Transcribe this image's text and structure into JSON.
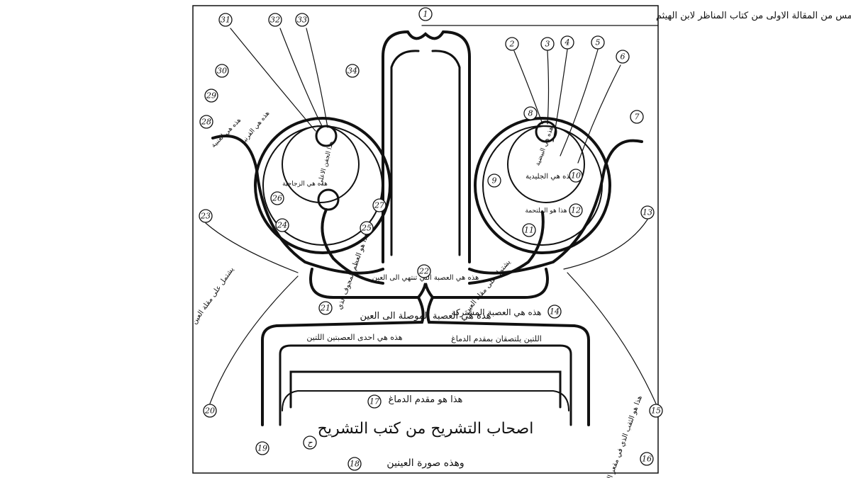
{
  "header": "من الفصل الخامس من المقالة الاولى من كتاب المناظر لابن الهيثم",
  "labels": {
    "brain_front": "هذا هو مقدم الدماغ",
    "source": "اصحاب التشريح من كتب التشريح",
    "caption": "وهذه صورة العينين",
    "common_nerve": "هذه هي العصبة المشتركة",
    "nerve_to_eye": "هذه هي العصبة الموصلة الى العين",
    "ends_at_eye": "هذه هي العصبة التي تنتهي الى العين",
    "one_of_two_left": "هذه هي احدى العصبتين اللتين",
    "one_of_two_right": "اللتين يلتصقان بمقدم الدماغ",
    "crystalline": "هذه هي الجليدية",
    "conjunctiva": "هذا هو الملتحمة",
    "hollow_bone": "هذا هو العظم المجوف الذي",
    "socket_left": "يشتمل على مقلة العين",
    "socket_right": "يشتمل على مقلة العين",
    "hole": "هذا هو الثقب الذي في مقعر العظم",
    "upper_lid": "هذا الجفن الاعلى",
    "cornea": "هذه هي القرنية",
    "uvea": "هذه هي العنبية",
    "aqueous": "هذه هي البيضية",
    "vitreous": "هذه هي الزجاجية",
    "mark_ch": "ح"
  },
  "numbers": [
    "1",
    "2",
    "3",
    "4",
    "5",
    "6",
    "7",
    "8",
    "9",
    "10",
    "11",
    "12",
    "13",
    "14",
    "15",
    "16",
    "17",
    "18",
    "19",
    "20",
    "21",
    "22",
    "23",
    "24",
    "25",
    "26",
    "27",
    "28",
    "29",
    "30",
    "31",
    "32",
    "33",
    "34"
  ]
}
